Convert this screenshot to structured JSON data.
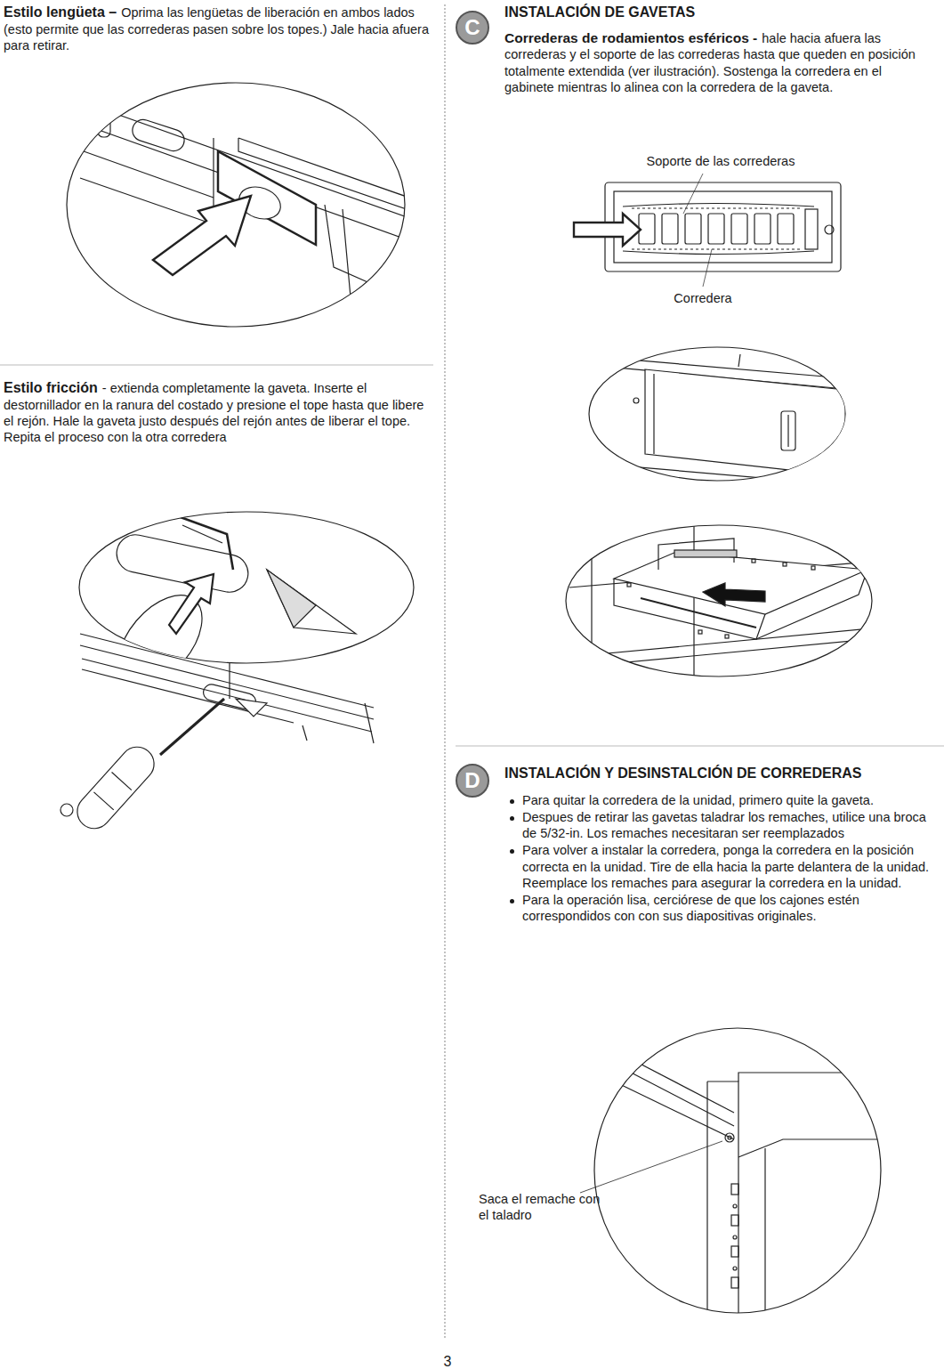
{
  "diagram": {
    "nodes": [
      {
        "text": [
          "C"
        ]
      },
      {
        "text": [
          "D"
        ]
      }
    ],
    "labels": [
      "Estilo lengüeta –",
      "Oprima las lengüetas de liberación en ambos lados (esto permite que las correderas pasen sobre los topes.) Jale hacia afuera para retirar.",
      "Estilo fricción",
      "- extienda completamente la gaveta. Inserte el destornillador en la ranura del costado y presione el tope hasta que libere el rejón. Hale la gaveta justo después del rejón antes de liberar el tope. Repita el proceso con la otra corredera",
      "INSTALACIÓN DE GAVETAS",
      "Correderas de rodamientos esféricos -",
      "hale hacia afuera las correderas y el soporte de las correderas hasta que queden en posición totalmente extendida (ver ilustración). Sostenga la corredera en el gabinete mientras lo alinea con la corredera de la gaveta.",
      "Soporte de las correderas",
      "Corredera",
      "INSTALACIÓN Y DESINSTALCIÓN DE CORREDERAS",
      "Para quitar la corredera de la unidad, primero quite la gaveta.",
      "Despues de retirar las gavetas taladrar los remaches, utilice una broca de 5/32-in. Los remaches necesitaran ser reemplazados",
      "Para volver a instalar la corredera, ponga la corredera en la posición correcta en la unidad. Tire de ella hacia la parte delantera de la unidad. Reemplace los remaches para asegurar la corredera en la unidad.",
      "Para la operación lisa, cerciórese de que los cajones estén correspondidos con con sus diapositivas originales.",
      "Saca el remache con el taladro",
      "3"
    ]
  }
}
